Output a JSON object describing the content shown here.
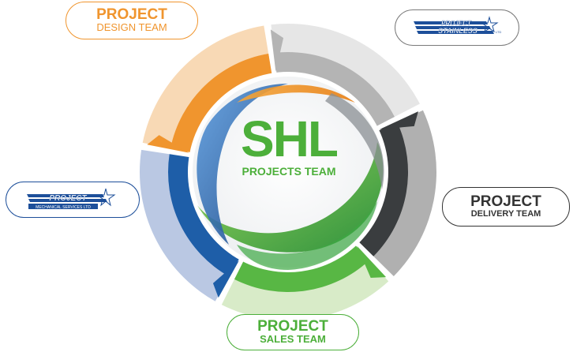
{
  "center": {
    "title": "SHL",
    "subtitle": "PROJECTS TEAM"
  },
  "teams": {
    "design": {
      "line1": "PROJECT",
      "line2": "DESIGN TEAM",
      "color": "#f0952e"
    },
    "delivery": {
      "line1": "PROJECT",
      "line2": "DELIVERY TEAM",
      "color": "#333333"
    },
    "sales": {
      "line1": "PROJECT",
      "line2": "SALES TEAM",
      "color": "#4caf3a"
    }
  },
  "logos": {
    "stainless": {
      "brand": "PROJECT",
      "name": "STAINLESS",
      "suffix": "LTD"
    },
    "mechanical": {
      "brand": "PROJECT",
      "name": "MECHANICAL SERVICES LTD"
    }
  },
  "colors": {
    "orange": "#f0952e",
    "orange_light": "#f8d9b5",
    "grey": "#b4b4b4",
    "grey_light": "#e6e6e6",
    "dark": "#3a3d3f",
    "dark_light": "#b0b0b0",
    "green": "#58b744",
    "green_light": "#d8ebc8",
    "blue": "#1e5ea8",
    "blue_light": "#bac8e3"
  }
}
